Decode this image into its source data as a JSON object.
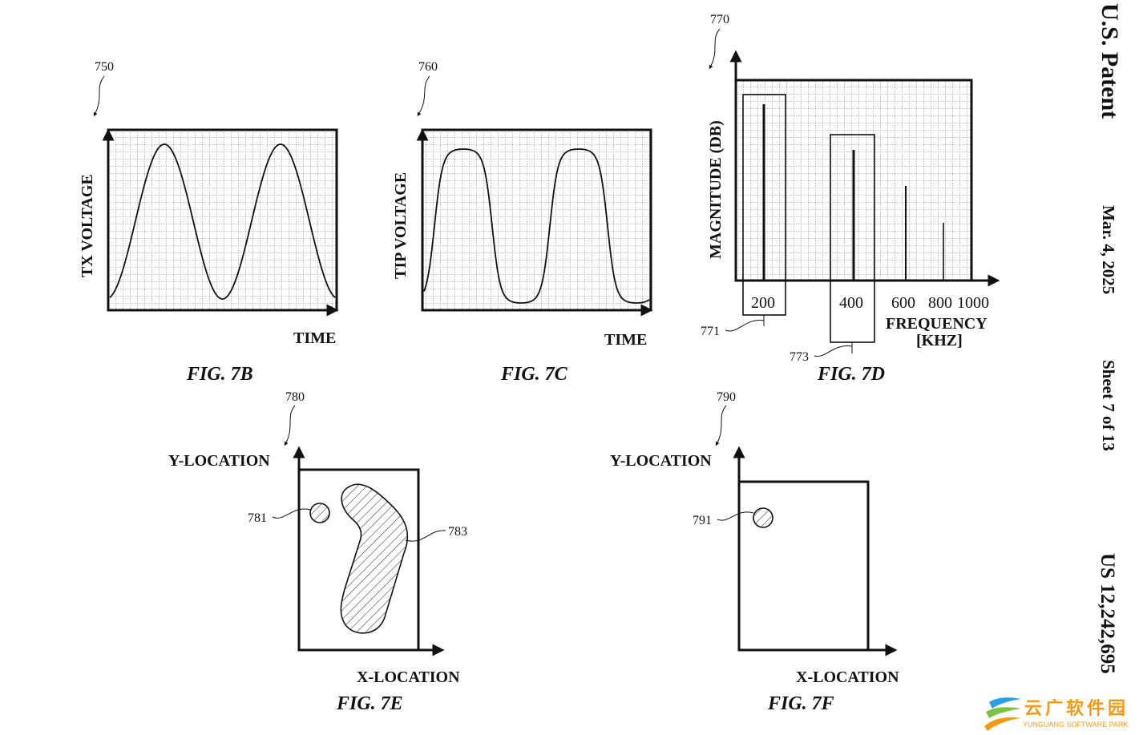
{
  "side_header": {
    "title": "U.S. Patent",
    "date": "Mar. 4, 2025",
    "sheet": "Sheet 7 of 13",
    "patent_number": "US 12,242,695"
  },
  "fig_7b": {
    "ref": "750",
    "ylabel": "TX VOLTAGE",
    "xlabel": "TIME",
    "caption": "FIG. 7B"
  },
  "fig_7c": {
    "ref": "760",
    "ylabel": "TIP VOLTAGE",
    "xlabel": "TIME",
    "caption": "FIG. 7C"
  },
  "fig_7d": {
    "ref": "770",
    "ylabel": "MAGNITUDE (DB)",
    "xlabel": "FREQUENCY",
    "xunit": "[KHZ]",
    "caption": "FIG. 7D",
    "ticks": [
      "200",
      "400",
      "600",
      "800",
      "1000"
    ],
    "ref_771": "771",
    "ref_773": "773"
  },
  "fig_7e": {
    "ref": "780",
    "ylabel": "Y-LOCATION",
    "xlabel": "X-LOCATION",
    "caption": "FIG. 7E",
    "ref_781": "781",
    "ref_783": "783"
  },
  "fig_7f": {
    "ref": "790",
    "ylabel": "Y-LOCATION",
    "xlabel": "X-LOCATION",
    "caption": "FIG. 7F",
    "ref_791": "791"
  },
  "watermark": {
    "cn": "云广软件园",
    "en": "YUNGUANG SOFTWARE PARK",
    "colors": [
      "#2a9fe0",
      "#7cc242",
      "#f39a12"
    ]
  }
}
